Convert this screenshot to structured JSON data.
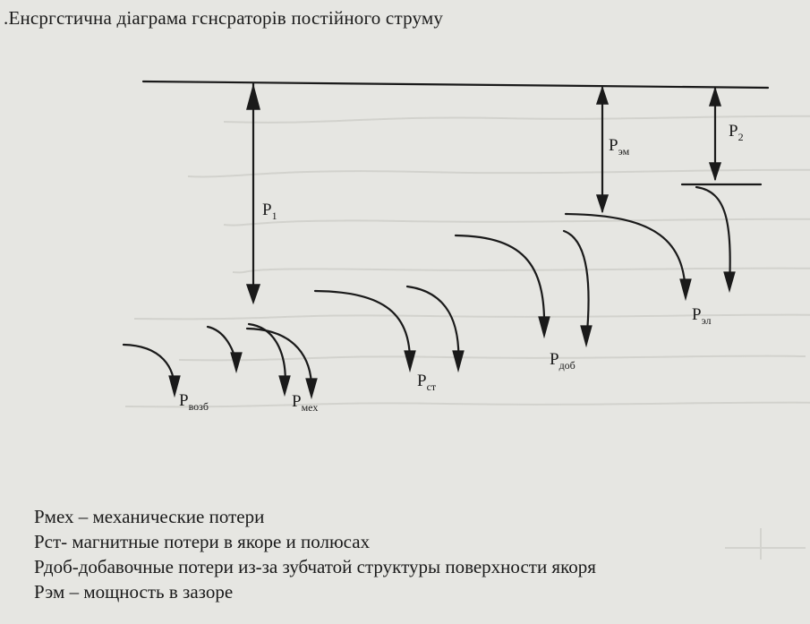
{
  "title": ".Енсргстична діаграма гснсраторів постійного струму",
  "diagram": {
    "labels": {
      "p1": {
        "main": "P",
        "sub": "1"
      },
      "p_em": {
        "main": "P",
        "sub": "эм"
      },
      "p2": {
        "main": "P",
        "sub": "2"
      },
      "p_el": {
        "main": "P",
        "sub": "эл"
      },
      "p_dob": {
        "main": "P",
        "sub": "доб"
      },
      "p_st": {
        "main": "P",
        "sub": "ст"
      },
      "p_mekh": {
        "main": "P",
        "sub": "мех"
      },
      "p_vozb": {
        "main": "P",
        "sub": "возб"
      }
    }
  },
  "legend": [
    "Рмех – механические потери",
    "Рст- магнитные потери в якоре и   полюсах",
    "Рдоб-добавочные потери из-за зубчатой структуры поверхности якоря",
    "Рэм – мощность в зазоре"
  ],
  "colors": {
    "paper": "#e6e6e2",
    "ink": "#1a1a1a",
    "bleed": "#b9b9b4"
  }
}
